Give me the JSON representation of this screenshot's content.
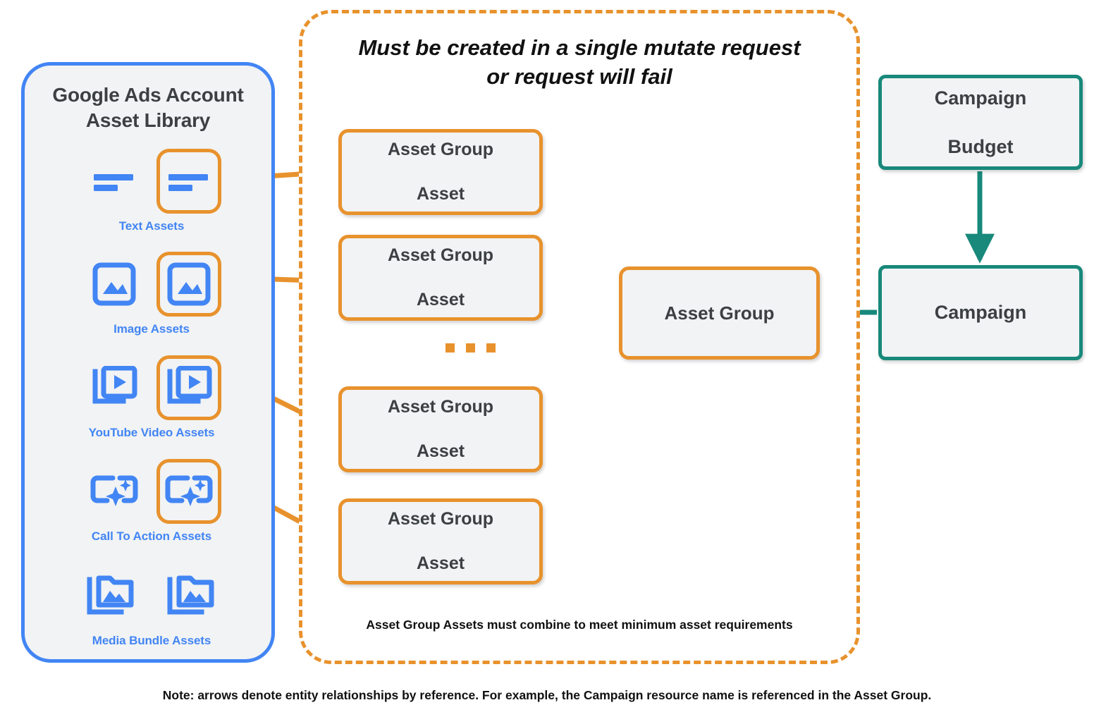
{
  "library": {
    "title_line1": "Google Ads Account",
    "title_line2": "Asset Library",
    "border_color": "#4285f4",
    "fill_color": "#f1f3f4",
    "rows": [
      {
        "label": "Text Assets",
        "icon": "text-lines-icon",
        "count": 2,
        "selected_index": 1
      },
      {
        "label": "Image Assets",
        "icon": "image-icon",
        "count": 2,
        "selected_index": 1
      },
      {
        "label": "YouTube Video  Assets",
        "icon": "video-stack-icon",
        "count": 2,
        "selected_index": 1
      },
      {
        "label": "Call To Action Assets",
        "icon": "call-to-action-icon",
        "count": 2,
        "selected_index": 1
      },
      {
        "label": "Media Bundle  Assets",
        "icon": "media-bundle-icon",
        "count": 2,
        "selected_index": -1
      }
    ]
  },
  "mutate": {
    "title": "Must be created in a single mutate request or request will fail",
    "title_line1": "Must be created in a single mutate request",
    "title_line2": "or request will fail",
    "footnote": "Asset Group Assets must combine to meet minimum asset requirements",
    "border_color": "#e8922d",
    "border_style": "dashed"
  },
  "nodes": {
    "asset_group_assets": [
      {
        "label": "Asset Group Asset",
        "line1": "Asset Group",
        "line2": "Asset"
      },
      {
        "label": "Asset Group Asset",
        "line1": "Asset Group",
        "line2": "Asset"
      },
      {
        "label": "Asset Group Asset",
        "line1": "Asset Group",
        "line2": "Asset"
      },
      {
        "label": "Asset Group Asset",
        "line1": "Asset Group",
        "line2": "Asset"
      }
    ],
    "asset_group": {
      "label": "Asset Group",
      "border_color": "#e8922d"
    },
    "campaign_budget": {
      "line1": "Campaign",
      "line2": "Budget",
      "border_color": "#18897b"
    },
    "campaign": {
      "label": "Campaign",
      "border_color": "#18897b"
    }
  },
  "ellipsis": {
    "label": "...",
    "dot_count": 3,
    "color": "#e8922d"
  },
  "footer": {
    "note": "Note: arrows denote entity relationships by reference. For example, the Campaign resource name is referenced in the Asset Group."
  },
  "colors": {
    "orange": "#e8922d",
    "teal": "#18897b",
    "blue": "#4285f4",
    "node_fill": "#f1f3f4",
    "text_dark": "#3c4043"
  }
}
